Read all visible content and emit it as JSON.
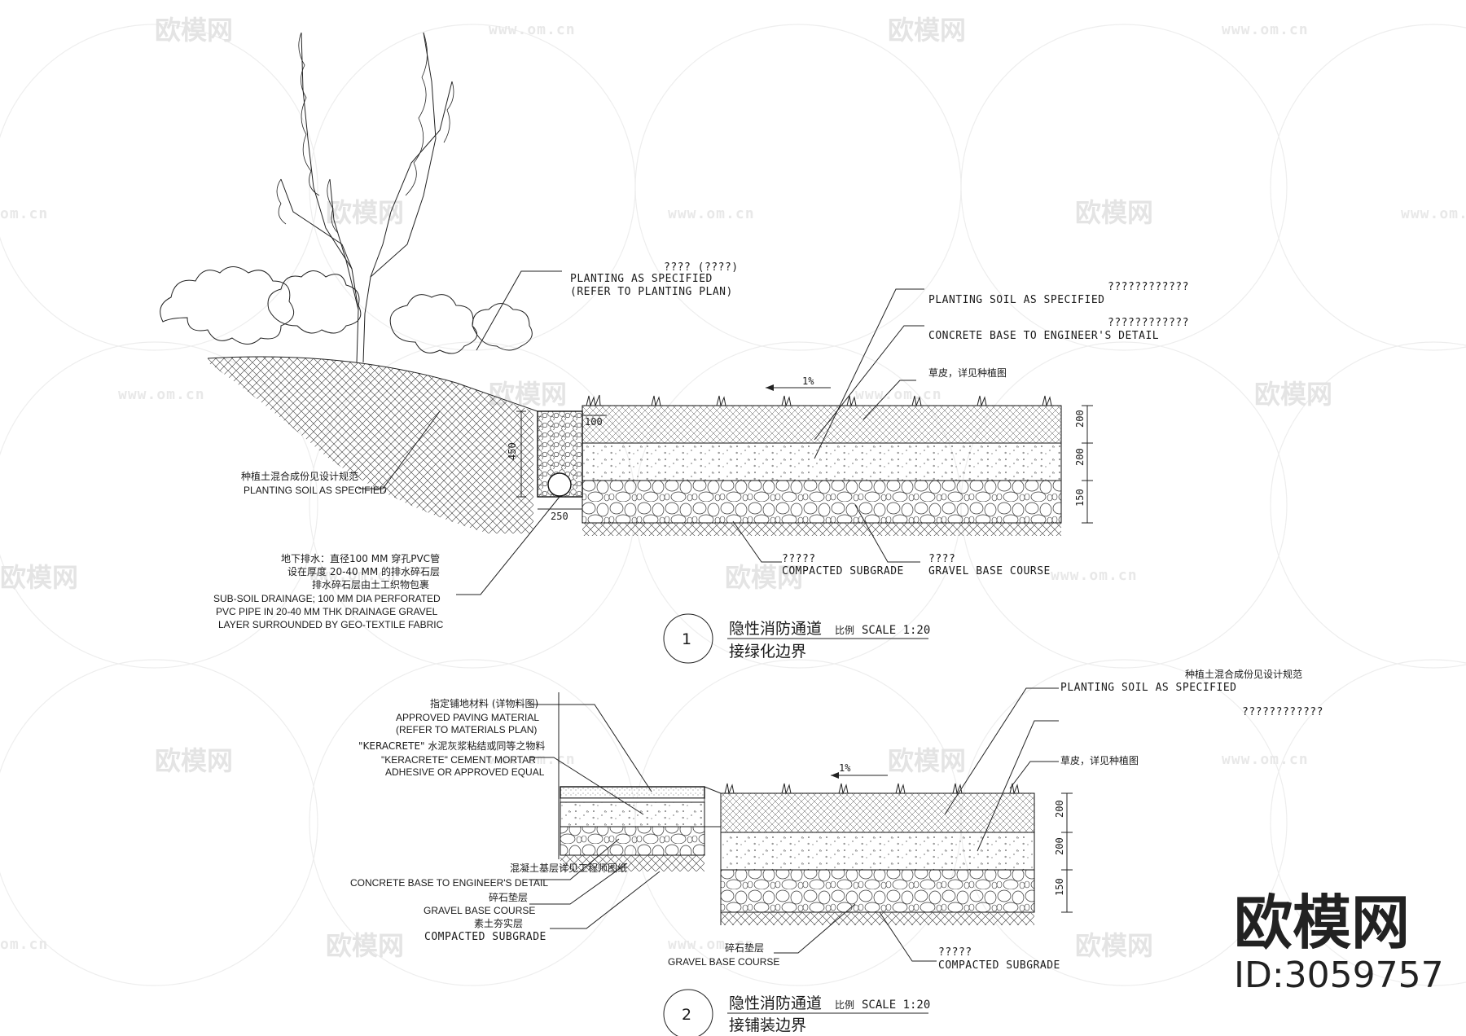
{
  "watermarks": {
    "logo_text": "欧模网",
    "url": "www.om.cn",
    "url_short": "om.cn"
  },
  "brand": {
    "name": "欧模网",
    "id": "ID:3059757"
  },
  "section1": {
    "number": "1",
    "title_main": "隐性消防通道",
    "scale_prefix": "比例",
    "scale": "SCALE 1:20",
    "subtitle": "接绿化边界",
    "top_note": "???? (????)",
    "q_line_1": "????????????",
    "q_line_2": "????????????",
    "planting": [
      "PLANTING AS SPECIFIED",
      "(REFER TO PLANTING PLAN)"
    ],
    "planting_soil": "PLANTING SOIL AS SPECIFIED",
    "concrete_base": "CONCRETE BASE TO ENGINEER'S DETAIL",
    "turf_cn": "草皮，详见种植图",
    "slope": "1%",
    "soil_cn": "种植土混合成份见设计规范",
    "soil_en": "PLANTING SOIL AS SPECIFIED",
    "drain_cn": [
      "地下排水：直径100 MM 穿孔PVC管",
      "设在厚度 20-40 MM 的排水碎石层",
      "排水碎石层由土工织物包裹"
    ],
    "drain_en": [
      "SUB-SOIL DRAINAGE; 100 MM DIA PERFORATED",
      "PVC PIPE IN 20-40 MM THK DRAINAGE GRAVEL",
      "LAYER SURROUNDED BY GEO-TEXTILE FABRIC"
    ],
    "subgrade_q": "?????",
    "subgrade": "COMPACTED SUBGRADE",
    "gravel_q": "????",
    "gravel": "GRAVEL BASE COURSE",
    "dims": {
      "d100": "100",
      "d450": "450",
      "d250": "250",
      "d200a": "200",
      "d200b": "200",
      "d150": "150"
    }
  },
  "section2": {
    "number": "2",
    "title_main": "隐性消防通道",
    "scale_prefix": "比例",
    "scale": "SCALE 1:20",
    "subtitle": "接铺装边界",
    "soil_cn": "种植土混合成份见设计规范",
    "planting_soil": "PLANTING SOIL AS SPECIFIED",
    "q_line": "????????????",
    "turf_cn": "草皮，详见种植图",
    "paving_cn": "指定铺地材料 (详物料图)",
    "paving_en": [
      "APPROVED PAVING MATERIAL",
      "(REFER TO MATERIALS PLAN)"
    ],
    "keracrete_cn": "\"KERACRETE\" 水泥灰浆粘结或同等之物料",
    "keracrete_en": [
      "\"KERACRETE\" CEMENT MORTAR",
      "ADHESIVE OR APPROVED EQUAL"
    ],
    "concrete_cn": "混凝土基层详见工程师图纸",
    "concrete_en": "CONCRETE BASE TO ENGINEER'S DETAIL",
    "gravel_cn": "碎石垫层",
    "gravel_en": "GRAVEL BASE COURSE",
    "subgrade_cn": "素土夯实层",
    "subgrade_en": "COMPACTED SUBGRADE",
    "gravel2_cn": "碎石垫层",
    "gravel2_en": "GRAVEL BASE COURSE",
    "subgrade2_q": "?????",
    "subgrade2": "COMPACTED SUBGRADE",
    "slope": "1%",
    "dims": {
      "d200a": "200",
      "d200b": "200",
      "d150": "150"
    }
  }
}
